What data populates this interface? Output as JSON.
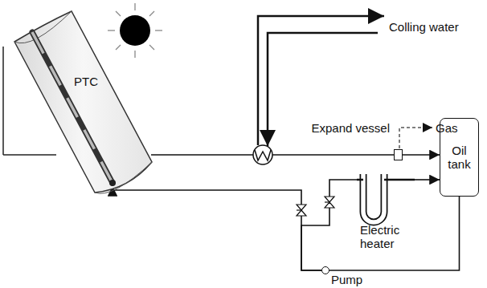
{
  "diagram": {
    "nodes": [
      {
        "text": [
          "PTC"
        ]
      },
      {
        "text": [
          "Expand vessel"
        ]
      },
      {
        "text": [
          "Oil tank"
        ]
      },
      {
        "text": [
          "Electric heater"
        ]
      },
      {
        "text": [
          "Pump"
        ]
      }
    ],
    "edges": [
      {
        "from": 0,
        "to": 1,
        "arrow": "none"
      },
      {
        "from": 1,
        "to": 2,
        "arrow": "to"
      },
      {
        "from": 2,
        "to": 4,
        "arrow": "none"
      },
      {
        "from": 4,
        "to": 0,
        "arrow": "to"
      },
      {
        "from": 4,
        "to": 3,
        "arrow": "none"
      },
      {
        "from": 3,
        "to": 2,
        "arrow": "to"
      }
    ],
    "labels": [
      "Colling water",
      "Gas"
    ]
  }
}
